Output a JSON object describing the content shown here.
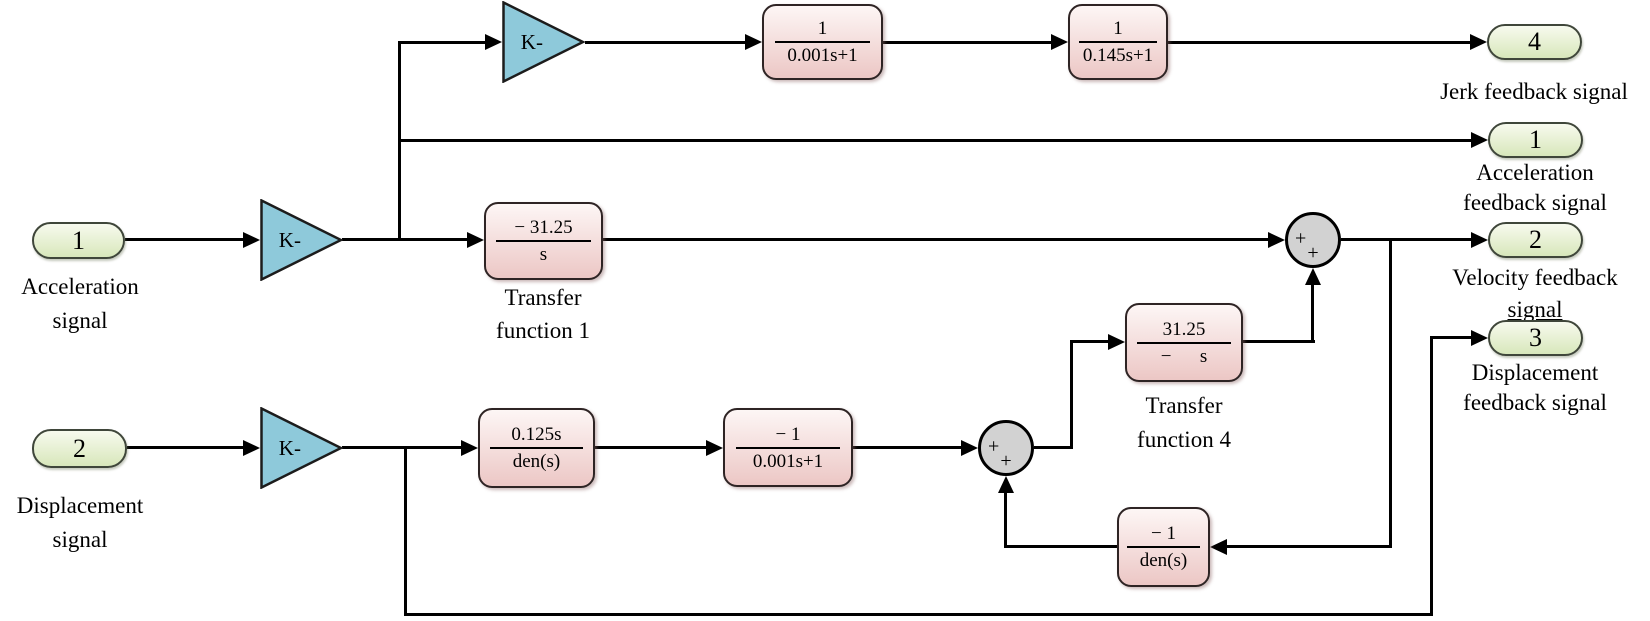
{
  "colors": {
    "wire": "#000000",
    "tf_top": "#fdf6f5",
    "tf_bottom": "#ecc7c5",
    "tf_border": "#2e2424",
    "port_top": "#f7faee",
    "port_bottom": "#d8e7bb",
    "port_border": "#3f463a",
    "gain_fill": "#8ec9da",
    "gain_border": "#1c1c1c",
    "sum_fill": "#d2d2d2"
  },
  "inports": {
    "accel": {
      "number": "1",
      "line1": "Acceleration",
      "line2": "signal"
    },
    "disp": {
      "number": "2",
      "line1": "Displacement",
      "line2": "signal"
    }
  },
  "outports": {
    "jerk": {
      "number": "4",
      "label": "Jerk feedback signal"
    },
    "accel": {
      "number": "1",
      "line1": "Acceleration",
      "line2": "feedback signal"
    },
    "vel": {
      "number": "2",
      "line1": "Velocity feedback",
      "line2": "signal"
    },
    "disp": {
      "number": "3",
      "line1": "Displacement",
      "line2": "feedback signal"
    }
  },
  "gains": {
    "jerk": {
      "label": "K-"
    },
    "accel": {
      "label": "K-"
    },
    "disp": {
      "label": "K-"
    }
  },
  "transfer_functions": {
    "jerk_lp1": {
      "num": "1",
      "den": "0.001s+1"
    },
    "jerk_lp2": {
      "num": "1",
      "den": "0.145s+1"
    },
    "tf1": {
      "num": "− 31.25",
      "den": "s",
      "caption1": "Transfer",
      "caption2": "function 1"
    },
    "disp_hp": {
      "num": "0.125s",
      "den": "den(s)"
    },
    "disp_lp": {
      "num": "− 1",
      "den": "0.001s+1"
    },
    "tf4": {
      "num": "31.25",
      "den": "−      s",
      "caption1": "Transfer",
      "caption2": "function 4"
    },
    "den_fb": {
      "num": "− 1",
      "den": "den(s)"
    }
  },
  "sums": {
    "vel": {
      "sign_left": "+",
      "sign_bottom": "+"
    },
    "disp": {
      "sign_left": "+",
      "sign_bottom": "+"
    }
  }
}
